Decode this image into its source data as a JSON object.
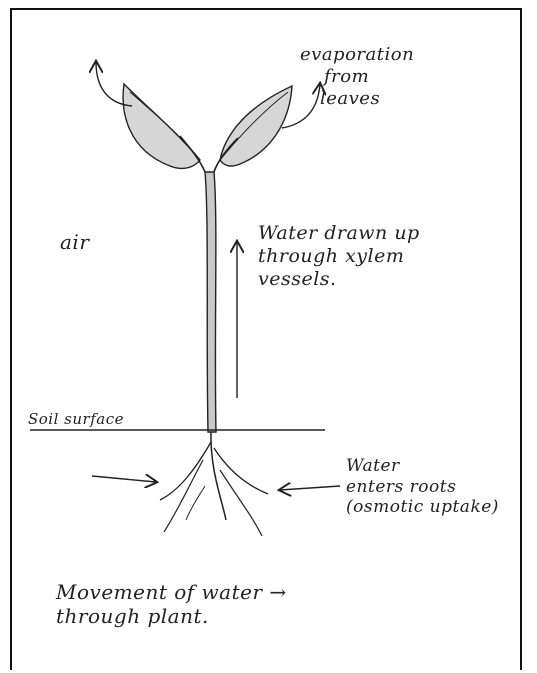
{
  "labels": {
    "evaporation": [
      "evaporation",
      "from",
      "leaves"
    ],
    "air": "air",
    "xylem": [
      "Water drawn up",
      "through xylem",
      "vessels."
    ],
    "soil_surface": "Soil surface",
    "roots": [
      "Water",
      "enters roots",
      "(osmotic uptake)"
    ],
    "movement": [
      "Movement of water →",
      "through plant."
    ]
  },
  "colors": {
    "ink": "#222222",
    "leaf_fill": "#d6d6d6",
    "stem_fill": "#c8c8c8",
    "paper": "#ffffff"
  }
}
